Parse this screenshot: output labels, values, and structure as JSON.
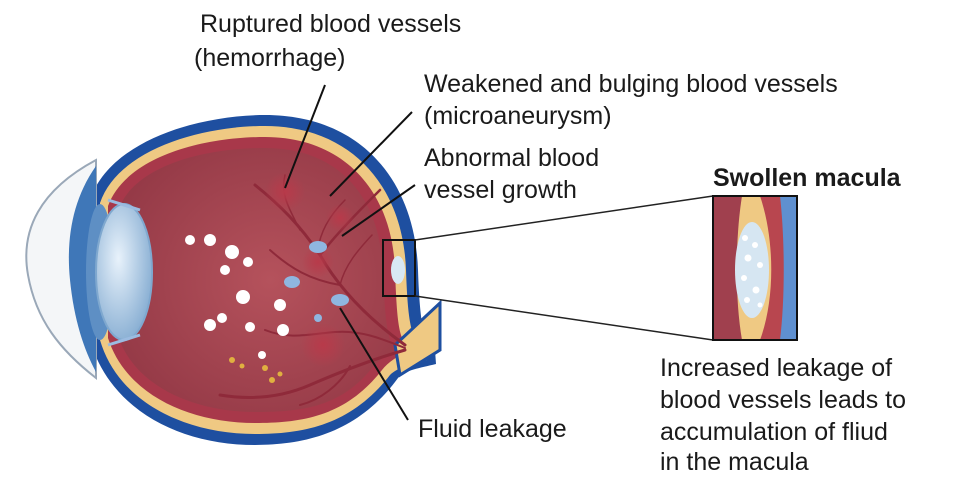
{
  "labels": {
    "hemorrhage_line1": "Ruptured blood vessels",
    "hemorrhage_line2": "(hemorrhage)",
    "microaneurysm_line1": "Weakened and bulging blood vessels",
    "microaneurysm_line2": "(microaneurysm)",
    "growth_line1": "Abnormal blood",
    "growth_line2": "vessel growth",
    "swollen_macula": "Swollen macula",
    "fluid_leakage": "Fluid leakage",
    "increased_line1": "Increased leakage of",
    "increased_line2": "blood vessels leads to",
    "increased_line3": "accumulation of fliud",
    "increased_line4": "in the macula"
  },
  "colors": {
    "eye_outline": "#1e4fa0",
    "sclera_yellow": "#efc983",
    "retina_red": "#a8384a",
    "interior": "#a54650",
    "vessels": "#8f2a3a",
    "fluid": "#8fb6e0",
    "exudate": "#ffffff"
  }
}
